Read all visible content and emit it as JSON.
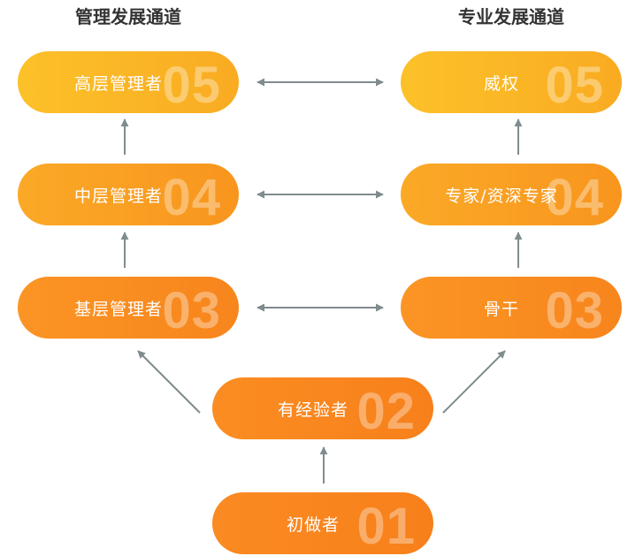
{
  "headings": {
    "management": "管理发展通道",
    "professional": "专业发展通道"
  },
  "management_track": [
    {
      "label": "高层管理者",
      "number": "05"
    },
    {
      "label": "中层管理者",
      "number": "04"
    },
    {
      "label": "基层管理者",
      "number": "03"
    }
  ],
  "professional_track": [
    {
      "label": "威权",
      "number": "05"
    },
    {
      "label": "专家/资深专家",
      "number": "04"
    },
    {
      "label": "骨干",
      "number": "03"
    }
  ],
  "common_track": [
    {
      "label": "有经验者",
      "number": "02"
    },
    {
      "label": "初做者",
      "number": "01"
    }
  ],
  "colors": {
    "heading_text": "#333333",
    "arrow": "#7f8c8d",
    "level_05": "#fcb626",
    "level_04": "#f99f22",
    "level_03": "#f98d20",
    "level_02": "#f9871f",
    "level_01": "#f9851e"
  }
}
